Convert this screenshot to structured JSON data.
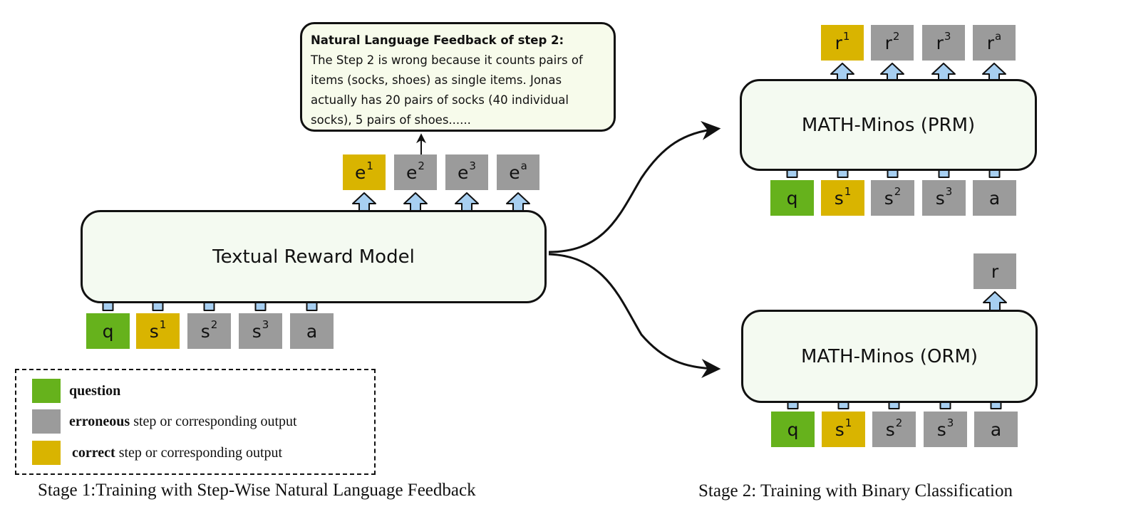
{
  "colors": {
    "question": "#66b21c",
    "correct": "#d9b400",
    "erroneous": "#9b9b9b",
    "arrow_fill": "#a7cff1",
    "model_fill": "#f4faf1",
    "feedback_fill": "#f7fbeb"
  },
  "feedback": {
    "title": "Natural Language Feedback of step 2:",
    "body": "The Step 2 is wrong because it counts pairs of items (socks, shoes) as single items. Jonas actually has 20 pairs of socks (40 individual socks), 5 pairs of shoes......"
  },
  "stage1": {
    "model_label": "Textual Reward Model",
    "outputs": [
      {
        "base": "e",
        "sup": "1",
        "status": "correct"
      },
      {
        "base": "e",
        "sup": "2",
        "status": "erroneous"
      },
      {
        "base": "e",
        "sup": "3",
        "status": "erroneous"
      },
      {
        "base": "e",
        "sup": "a",
        "status": "erroneous"
      }
    ],
    "inputs": [
      {
        "base": "q",
        "sup": "",
        "status": "question"
      },
      {
        "base": "s",
        "sup": "1",
        "status": "correct"
      },
      {
        "base": "s",
        "sup": "2",
        "status": "erroneous"
      },
      {
        "base": "s",
        "sup": "3",
        "status": "erroneous"
      },
      {
        "base": "a",
        "sup": "",
        "status": "erroneous"
      }
    ],
    "caption": "Stage 1:Training with Step-Wise Natural Language Feedback"
  },
  "stage2": {
    "prm": {
      "model_label": "MATH-Minos (PRM)",
      "outputs": [
        {
          "base": "r",
          "sup": "1",
          "status": "correct"
        },
        {
          "base": "r",
          "sup": "2",
          "status": "erroneous"
        },
        {
          "base": "r",
          "sup": "3",
          "status": "erroneous"
        },
        {
          "base": "r",
          "sup": "a",
          "status": "erroneous"
        }
      ],
      "inputs": [
        {
          "base": "q",
          "sup": "",
          "status": "question"
        },
        {
          "base": "s",
          "sup": "1",
          "status": "correct"
        },
        {
          "base": "s",
          "sup": "2",
          "status": "erroneous"
        },
        {
          "base": "s",
          "sup": "3",
          "status": "erroneous"
        },
        {
          "base": "a",
          "sup": "",
          "status": "erroneous"
        }
      ]
    },
    "orm": {
      "model_label": "MATH-Minos (ORM)",
      "outputs": [
        {
          "base": "r",
          "sup": "",
          "status": "erroneous"
        }
      ],
      "inputs": [
        {
          "base": "q",
          "sup": "",
          "status": "question"
        },
        {
          "base": "s",
          "sup": "1",
          "status": "correct"
        },
        {
          "base": "s",
          "sup": "2",
          "status": "erroneous"
        },
        {
          "base": "s",
          "sup": "3",
          "status": "erroneous"
        },
        {
          "base": "a",
          "sup": "",
          "status": "erroneous"
        }
      ]
    },
    "caption": "Stage 2: Training with Binary Classification"
  },
  "legend": [
    {
      "status": "question",
      "bold": "question",
      "rest": ""
    },
    {
      "status": "erroneous",
      "bold": "erroneous",
      "rest": " step or corresponding output"
    },
    {
      "status": "correct",
      "bold": "correct",
      "rest": " step or corresponding output"
    }
  ]
}
